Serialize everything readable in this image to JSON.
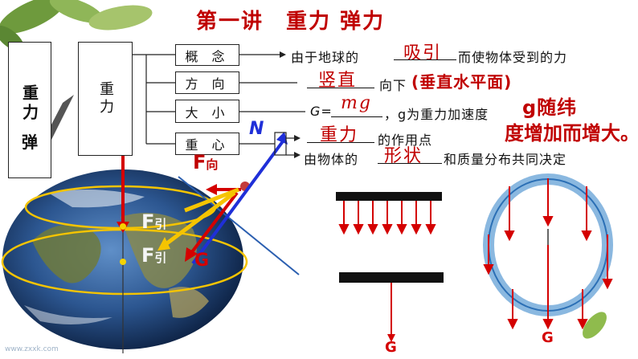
{
  "title": "第一讲　重力 弹力",
  "left_column": {
    "label_top": "重力",
    "label_bottom": "弹"
  },
  "main_box": {
    "label": "重力"
  },
  "categories": [
    {
      "label": "概 念"
    },
    {
      "label": "方 向"
    },
    {
      "label": "大 小"
    },
    {
      "label": "重 心"
    }
  ],
  "rows": {
    "concept": {
      "prefix": "由于地球的",
      "answer": "吸引",
      "suffix": "而使物体受到的力"
    },
    "direction": {
      "answer": "竖直",
      "suffix": "向下",
      "note": "(垂直水平面)"
    },
    "magnitude": {
      "prefix": "G=",
      "answer": "mg",
      "suffix": "，g为重力加速度",
      "note_line1": "g随纬",
      "note_line2": "度增加而增大。"
    },
    "center1": {
      "answer": "重力",
      "suffix": "的作用点"
    },
    "center2": {
      "prefix": "由物体的",
      "answer": "形状",
      "suffix": "和质量分布共同决定"
    }
  },
  "diagram_labels": {
    "N": "N",
    "F_dir": "F",
    "F_dir_sub": "向",
    "F_pull1": "F",
    "F_pull1_sub": "引",
    "F_pull2": "F",
    "F_pull2_sub": "引",
    "G_globe": "G",
    "G_bar": "G",
    "G_ring": "G"
  },
  "watermark": "www.zxxk.com",
  "colors": {
    "red": "#c00000",
    "blue": "#1f2fd8",
    "yellow": "#f5c400",
    "arrow_red": "#d40000"
  }
}
